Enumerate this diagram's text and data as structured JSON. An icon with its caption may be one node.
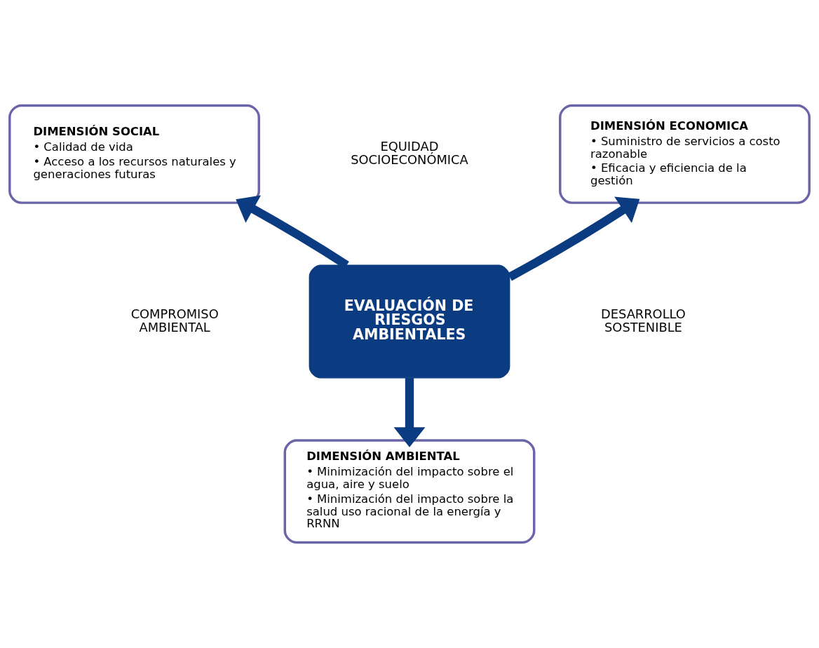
{
  "diagram": {
    "nodes": [
      {
        "text": [
          "DIMENSIÓN SOCIAL",
          "• Calidad de vida",
          "• Acceso a los recursos naturales y generaciones futuras"
        ]
      },
      {
        "text": [
          "DIMENSIÓN ECONOMICA",
          "• Suministro de servicios a costo razonable",
          "• Eficacia y eficiencia de la gestión"
        ]
      },
      {
        "text": [
          "EVALUACIÓN DE RIESGOS AMBIENTALES"
        ]
      },
      {
        "text": [
          "DIMENSIÓN AMBIENTAL",
          "• Minimización del impacto sobre el agua, aire y suelo",
          "• Minimización del impacto sobre la salud uso racional de la energía y RRNN"
        ]
      }
    ],
    "edges": [
      {
        "from": 2,
        "to": 0,
        "arrow": "to"
      },
      {
        "from": 2,
        "to": 1,
        "arrow": "to"
      },
      {
        "from": 2,
        "to": 3,
        "arrow": "to"
      }
    ],
    "labels": [
      "EQUIDAD SOCIOECONÓMICA",
      "COMPROMISO AMBIENTAL",
      "DESARROLLO SOSTENIBLE"
    ]
  }
}
